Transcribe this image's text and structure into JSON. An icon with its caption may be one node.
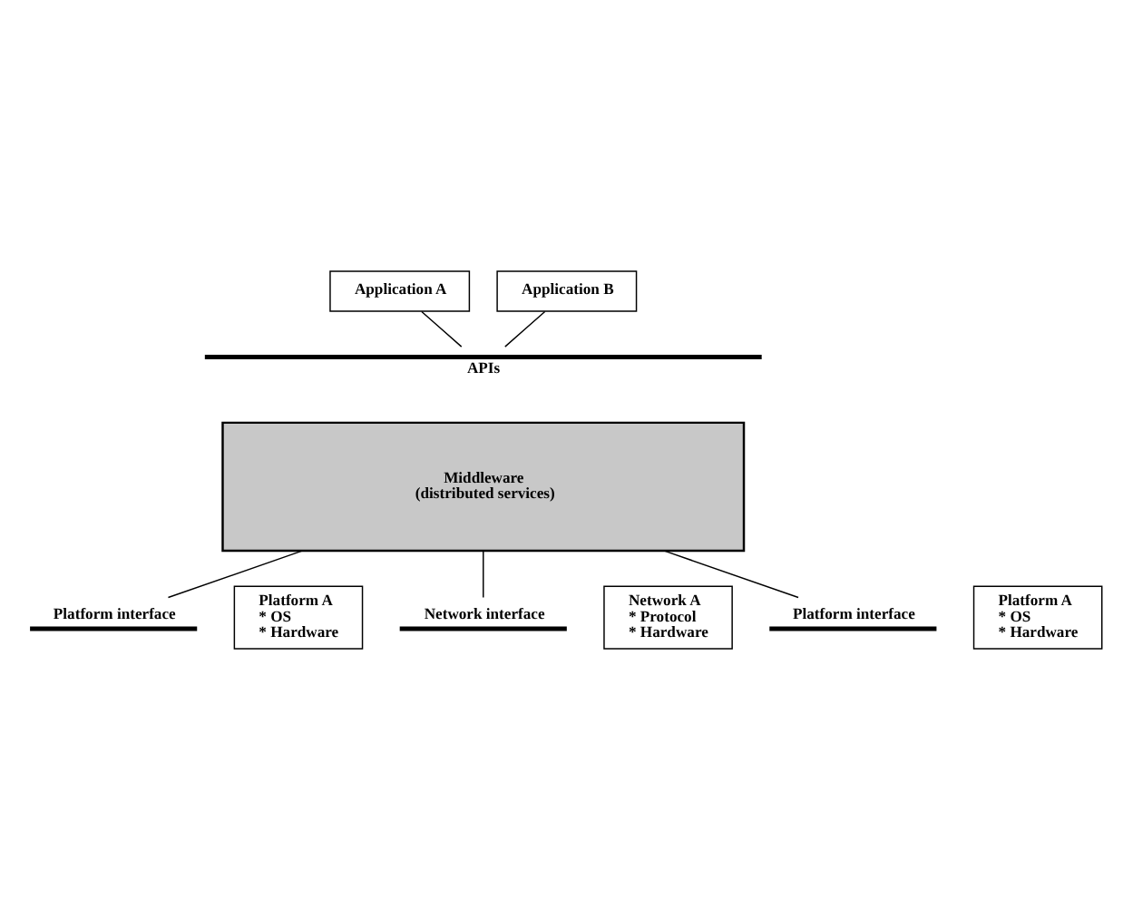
{
  "diagram": {
    "nodes": [
      {
        "text": [
          "Application A"
        ]
      },
      {
        "text": [
          "Application B"
        ]
      },
      {
        "text": [
          "APIs"
        ]
      },
      {
        "text": [
          "Middleware",
          "(distributed services)"
        ]
      },
      {
        "text": [
          "Platform interface"
        ]
      },
      {
        "text": [
          "Network interface"
        ]
      },
      {
        "text": [
          "Platform interface"
        ]
      },
      {
        "text": [
          "Platform A",
          "* OS",
          "* Hardware"
        ]
      },
      {
        "text": [
          "Network A",
          "* Protocol",
          "* Hardware"
        ]
      },
      {
        "text": [
          "Platform A",
          "* OS",
          "* Hardware"
        ]
      }
    ],
    "edges": [
      {
        "from": 0,
        "to": 2,
        "arrow": "none"
      },
      {
        "from": 1,
        "to": 2,
        "arrow": "none"
      },
      {
        "from": 3,
        "to": 4,
        "arrow": "none"
      },
      {
        "from": 3,
        "to": 5,
        "arrow": "none"
      },
      {
        "from": 3,
        "to": 6,
        "arrow": "none"
      }
    ]
  }
}
